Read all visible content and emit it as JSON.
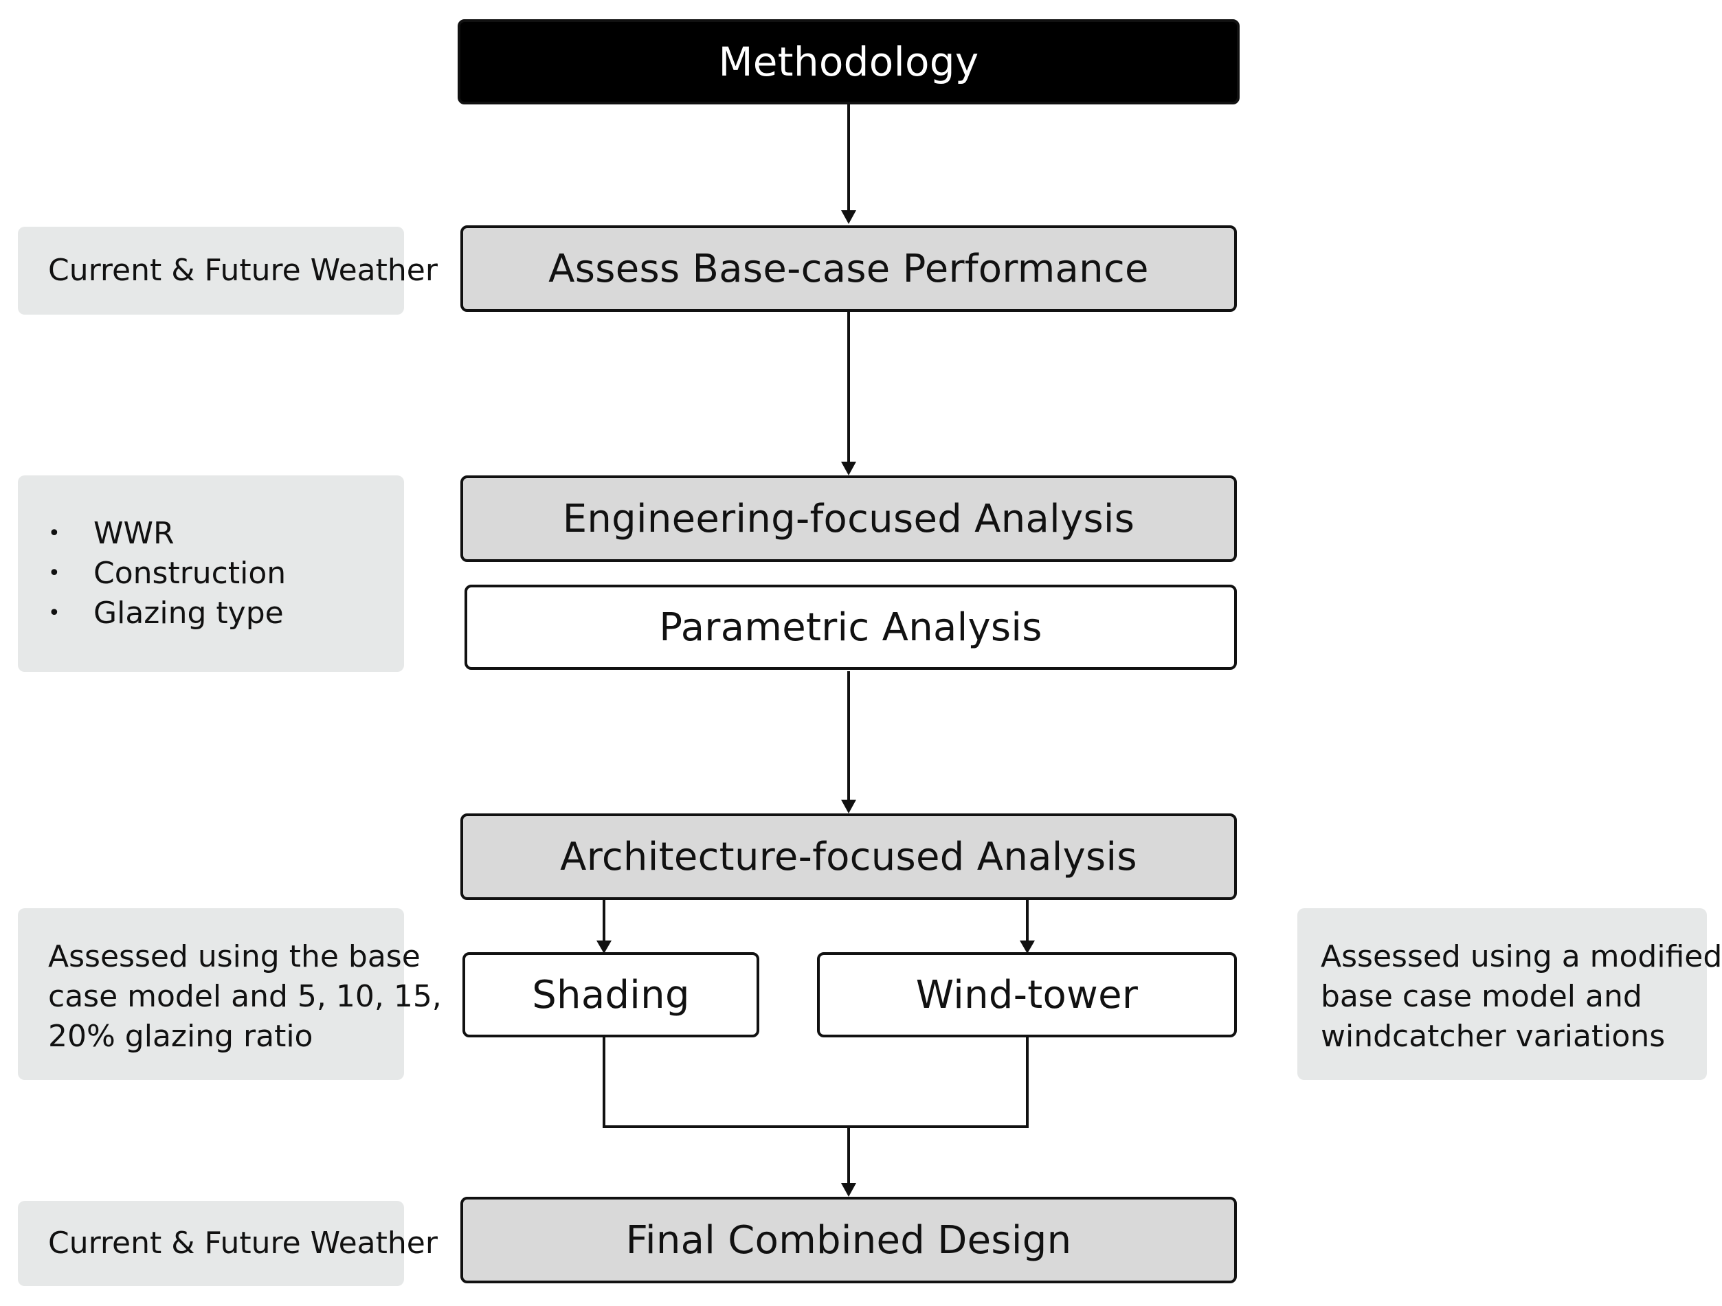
{
  "nodes": {
    "methodology": "Methodology",
    "assess_base_case": "Assess Base-case Performance",
    "engineering_analysis": "Engineering-focused Analysis",
    "parametric_analysis": "Parametric Analysis",
    "architecture_analysis": "Architecture-focused Analysis",
    "shading": "Shading",
    "wind_tower": "Wind-tower",
    "final_design": "Final Combined Design"
  },
  "notes": {
    "weather_top": "Current & Future Weather",
    "engineering_items": [
      "WWR",
      "Construction",
      "Glazing type"
    ],
    "shading_note_lines": [
      "Assessed using the base",
      "case model and 5, 10, 15,",
      "20% glazing ratio"
    ],
    "windtower_note_lines": [
      "Assessed using a modified",
      "base case model and",
      "windcatcher variations"
    ],
    "weather_bottom": "Current & Future Weather"
  },
  "colors": {
    "header_fill": "#000000",
    "step_fill": "#d9d9d9",
    "sub_step_fill": "#ffffff",
    "note_fill": "#e6e8e8",
    "stroke": "#111111"
  }
}
